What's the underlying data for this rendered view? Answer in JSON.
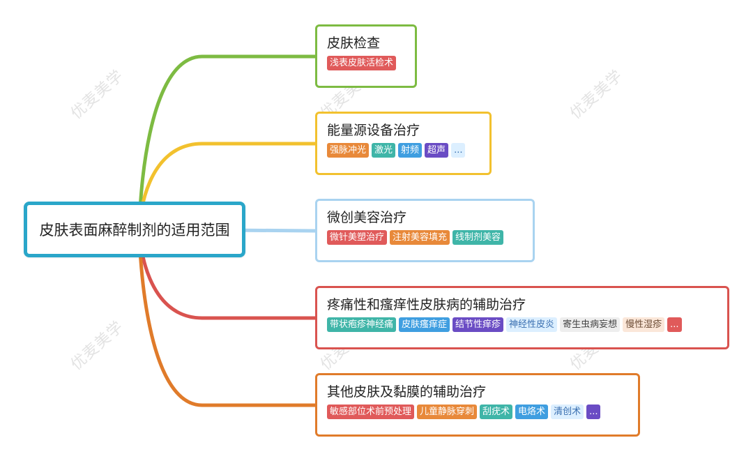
{
  "watermark": "优麦美学",
  "root": {
    "label": "皮肤表面麻醉制剂的适用范围",
    "color": "#2aa6c9"
  },
  "branches": [
    {
      "title": "皮肤检查",
      "color": "#7dbb42",
      "tags": [
        {
          "label": "浅表皮肤活检术",
          "bg": "#e05a5a",
          "fg": "#ffffff"
        }
      ]
    },
    {
      "title": "能量源设备治疗",
      "color": "#f2c12e",
      "tags": [
        {
          "label": "强脉冲光",
          "bg": "#e8893a",
          "fg": "#ffffff"
        },
        {
          "label": "激光",
          "bg": "#3fb5a8",
          "fg": "#ffffff"
        },
        {
          "label": "射频",
          "bg": "#3f9ee0",
          "fg": "#ffffff"
        },
        {
          "label": "超声",
          "bg": "#6a4cc4",
          "fg": "#ffffff"
        },
        {
          "label": "...",
          "bg": "#dcefff",
          "fg": "#3a6fb0"
        }
      ]
    },
    {
      "title": "微创美容治疗",
      "color": "#a9d3f0",
      "tags": [
        {
          "label": "微针美塑治疗",
          "bg": "#e05a5a",
          "fg": "#ffffff"
        },
        {
          "label": "注射美容填充",
          "bg": "#e8893a",
          "fg": "#ffffff"
        },
        {
          "label": "线制剂美容",
          "bg": "#3fb5a8",
          "fg": "#ffffff"
        }
      ]
    },
    {
      "title": "疼痛性和瘙痒性皮肤病的辅助治疗",
      "color": "#d9534f",
      "tags": [
        {
          "label": "带状疱疹神经痛",
          "bg": "#3fb5a8",
          "fg": "#ffffff"
        },
        {
          "label": "皮肤瘙痒症",
          "bg": "#3f9ee0",
          "fg": "#ffffff"
        },
        {
          "label": "结节性痒疹",
          "bg": "#6a4cc4",
          "fg": "#ffffff"
        },
        {
          "label": "神经性皮炎",
          "bg": "#dcefff",
          "fg": "#3a6fb0"
        },
        {
          "label": "寄生虫病妄想",
          "bg": "#eeeeee",
          "fg": "#444444"
        },
        {
          "label": "慢性湿疹",
          "bg": "#fbe7d9",
          "fg": "#6a4a33"
        },
        {
          "label": "...",
          "bg": "#e05a5a",
          "fg": "#ffffff"
        }
      ]
    },
    {
      "title": "其他皮肤及黏膜的辅助治疗",
      "color": "#e07b2a",
      "tags": [
        {
          "label": "敏感部位术前预处理",
          "bg": "#e05a5a",
          "fg": "#ffffff"
        },
        {
          "label": "儿童静脉穿刺",
          "bg": "#e8893a",
          "fg": "#ffffff"
        },
        {
          "label": "刮疣术",
          "bg": "#3fb5a8",
          "fg": "#ffffff"
        },
        {
          "label": "电烙术",
          "bg": "#3f9ee0",
          "fg": "#ffffff"
        },
        {
          "label": "清创术",
          "bg": "#dcefff",
          "fg": "#3a6fb0"
        },
        {
          "label": "...",
          "bg": "#6a4cc4",
          "fg": "#ffffff"
        }
      ]
    }
  ]
}
